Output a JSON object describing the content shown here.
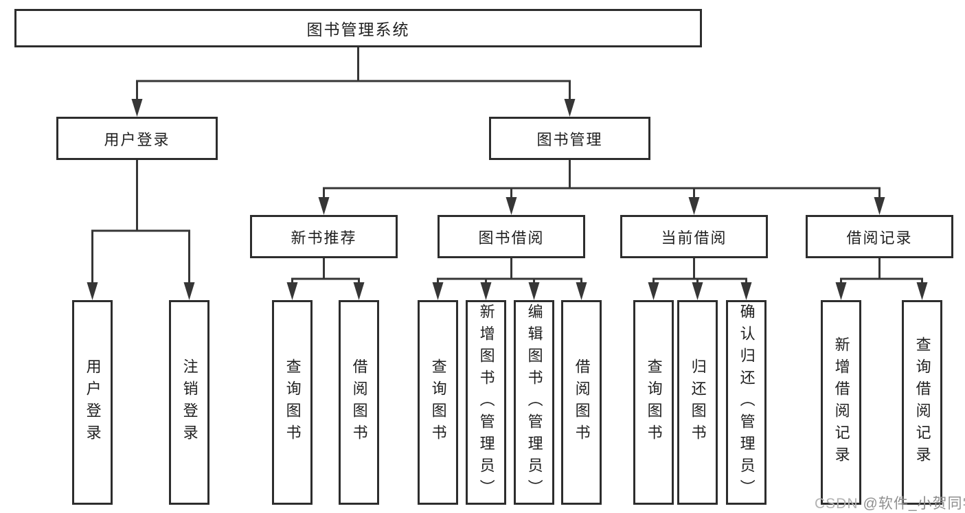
{
  "diagram_title": "图书管理系统",
  "tree": {
    "root": {
      "label": "图书管理系统"
    },
    "children": [
      {
        "label": "用户登录",
        "children": [
          {
            "label": "用户登录"
          },
          {
            "label": "注销登录"
          }
        ]
      },
      {
        "label": "图书管理",
        "children": [
          {
            "label": "新书推荐",
            "children": [
              {
                "label": "查询图书"
              },
              {
                "label": "借阅图书"
              }
            ]
          },
          {
            "label": "图书借阅",
            "children": [
              {
                "label": "查询图书"
              },
              {
                "label": "新增图书（管理员）"
              },
              {
                "label": "编辑图书（管理员）"
              },
              {
                "label": "借阅图书"
              }
            ]
          },
          {
            "label": "当前借阅",
            "children": [
              {
                "label": "查询图书"
              },
              {
                "label": "归还图书"
              },
              {
                "label": "确认归还（管理员）"
              }
            ]
          },
          {
            "label": "借阅记录",
            "children": [
              {
                "label": "新增借阅记录"
              },
              {
                "label": "查询借阅记录"
              }
            ]
          }
        ]
      }
    ]
  },
  "watermark": {
    "brand": "CSDN",
    "author": "@软件_小贺同学"
  },
  "colors": {
    "connector_line": "#363636",
    "box_border": "#2d2d2d",
    "box_fill": "#ffffff",
    "text": "#1f1f1f",
    "watermark_brand": "#b3b3b3",
    "watermark_author": "#8f8f8f",
    "background": "#ffffff"
  }
}
